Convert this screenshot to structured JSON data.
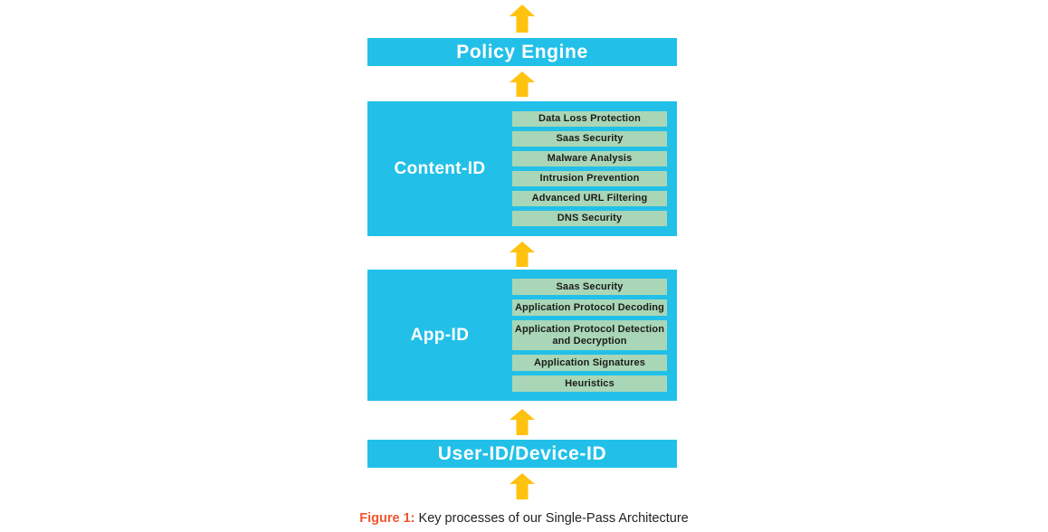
{
  "figure": {
    "colors": {
      "band_blue": "#22c0e8",
      "item_green": "#a9d6b6",
      "arrow_yellow": "#ffc20e",
      "caption_accent": "#f2542d",
      "caption_text": "#231f20",
      "background": "#ffffff"
    },
    "arrows": [
      {
        "name": "arrow-into-policy-engine-top",
        "direction": "up"
      },
      {
        "name": "arrow-content-id-to-policy-engine",
        "direction": "up"
      },
      {
        "name": "arrow-app-id-to-content-id",
        "direction": "up"
      },
      {
        "name": "arrow-user-id-to-app-id",
        "direction": "up"
      },
      {
        "name": "arrow-into-user-id-bottom",
        "direction": "up"
      }
    ],
    "policy_engine": {
      "label": "Policy Engine"
    },
    "content_id": {
      "title": "Content-ID",
      "items": [
        "Data Loss Protection",
        "Saas Security",
        "Malware Analysis",
        "Intrusion Prevention",
        "Advanced URL Filtering",
        "DNS Security"
      ]
    },
    "app_id": {
      "title": "App-ID",
      "items": [
        "Saas Security",
        "Application Protocol Decoding",
        "Application Protocol Detection and Decryption",
        "Application Signatures",
        "Heuristics"
      ]
    },
    "user_device_id": {
      "label": "User-ID/Device-ID"
    },
    "caption": {
      "label": "Figure 1:",
      "text": "Key processes of our Single-Pass Architecture"
    }
  }
}
